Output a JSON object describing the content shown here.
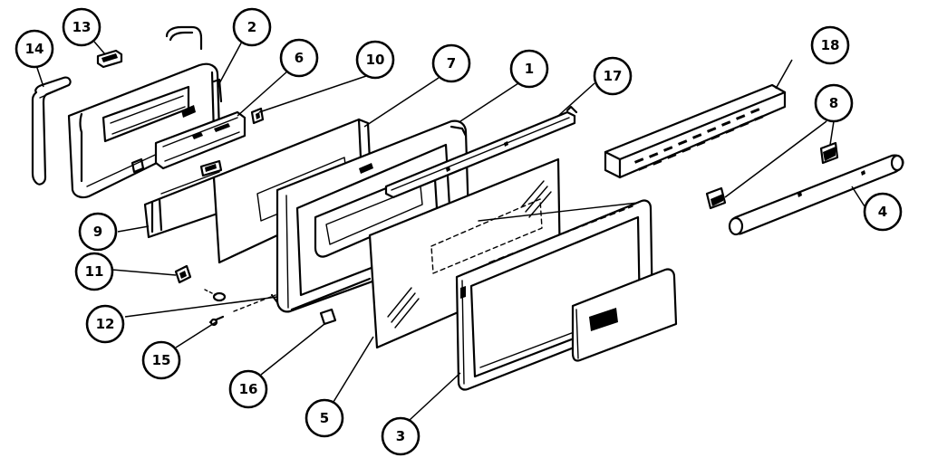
{
  "diagram": {
    "callouts": [
      {
        "id": "callout-1",
        "label": "1"
      },
      {
        "id": "callout-2",
        "label": "2"
      },
      {
        "id": "callout-3",
        "label": "3"
      },
      {
        "id": "callout-4",
        "label": "4"
      },
      {
        "id": "callout-5",
        "label": "5"
      },
      {
        "id": "callout-6",
        "label": "6"
      },
      {
        "id": "callout-7",
        "label": "7"
      },
      {
        "id": "callout-8",
        "label": "8"
      },
      {
        "id": "callout-9",
        "label": "9"
      },
      {
        "id": "callout-10",
        "label": "10"
      },
      {
        "id": "callout-11",
        "label": "11"
      },
      {
        "id": "callout-12",
        "label": "12"
      },
      {
        "id": "callout-13",
        "label": "13"
      },
      {
        "id": "callout-14",
        "label": "14"
      },
      {
        "id": "callout-15",
        "label": "15"
      },
      {
        "id": "callout-16",
        "label": "16"
      },
      {
        "id": "callout-17",
        "label": "17"
      },
      {
        "id": "callout-18",
        "label": "18"
      }
    ]
  }
}
